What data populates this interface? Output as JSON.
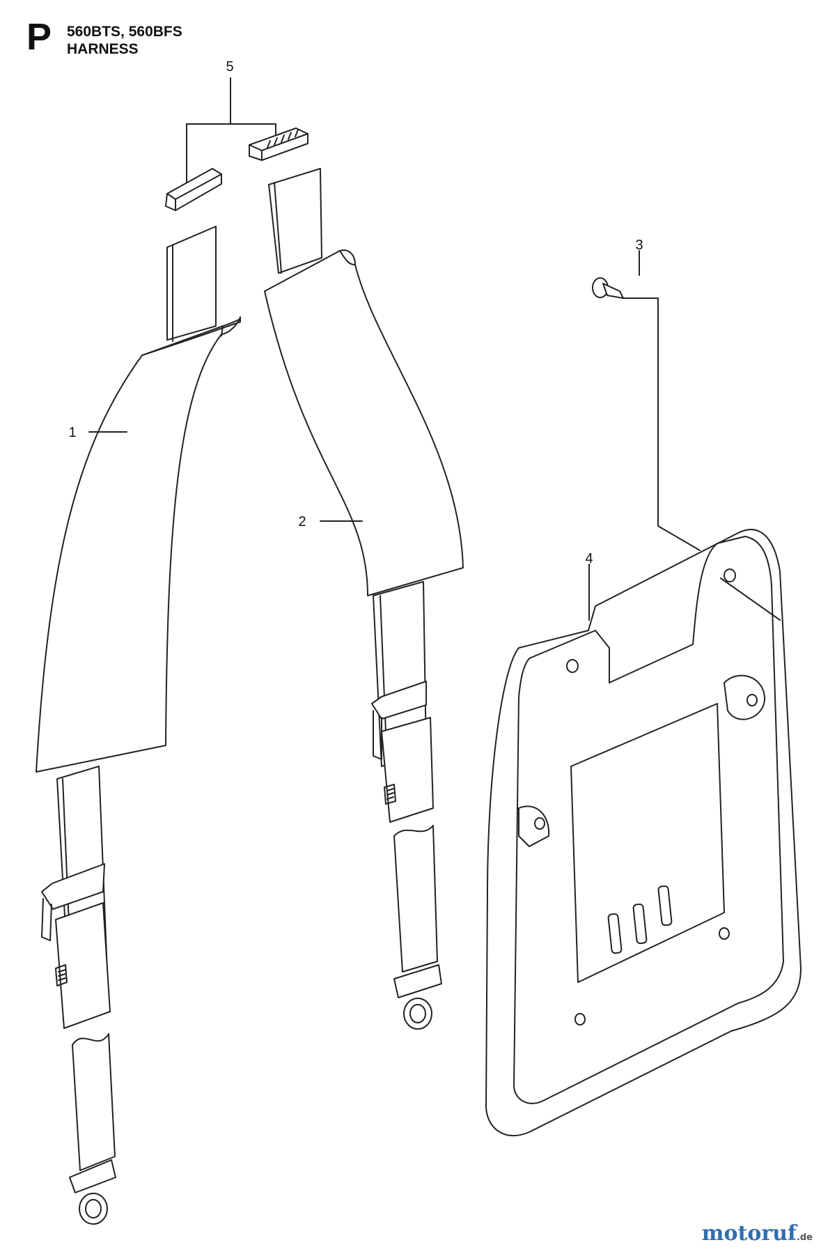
{
  "header": {
    "section_letter": "P",
    "models": "560BTS, 560BFS",
    "part_name": "HARNESS"
  },
  "callouts": [
    "1",
    "2",
    "3",
    "4",
    "5"
  ],
  "watermark": {
    "text": "motoruf",
    "suffix": ".de"
  }
}
